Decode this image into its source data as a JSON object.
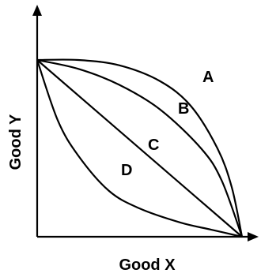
{
  "chart_data": {
    "type": "line",
    "title": "",
    "xlabel": "Good X",
    "ylabel": "Good Y",
    "xlim": [
      0,
      1
    ],
    "ylim": [
      0,
      1
    ],
    "grid": false,
    "legend": "none",
    "line_color": "#000000",
    "series": [
      {
        "name": "A",
        "x": [
          0,
          0.2,
          0.4,
          0.6,
          0.75,
          0.88,
          0.95,
          1
        ],
        "y": [
          1,
          1.0,
          0.97,
          0.88,
          0.74,
          0.5,
          0.28,
          0
        ]
      },
      {
        "name": "B",
        "x": [
          0,
          0.2,
          0.4,
          0.6,
          0.8,
          0.9,
          1
        ],
        "y": [
          1,
          0.95,
          0.86,
          0.72,
          0.5,
          0.32,
          0
        ]
      },
      {
        "name": "C",
        "x": [
          0,
          1
        ],
        "y": [
          1,
          0
        ]
      },
      {
        "name": "D",
        "x": [
          0,
          0.1,
          0.2,
          0.35,
          0.5,
          0.7,
          0.85,
          1
        ],
        "y": [
          1,
          0.66,
          0.46,
          0.26,
          0.16,
          0.08,
          0.04,
          0
        ]
      }
    ]
  }
}
